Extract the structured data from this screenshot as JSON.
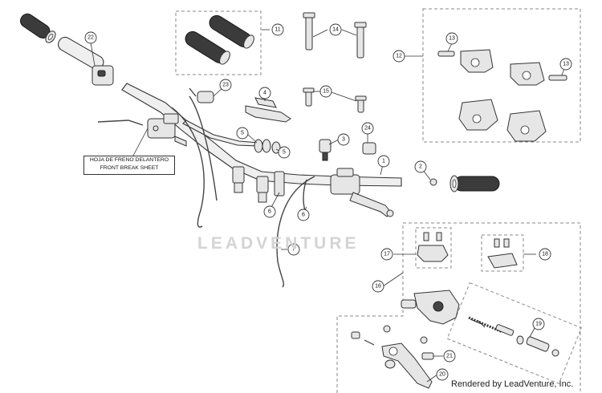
{
  "diagram": {
    "callouts": [
      "11",
      "14",
      "22",
      "12",
      "13",
      "13",
      "23",
      "4",
      "15",
      "5",
      "5",
      "3",
      "24",
      "1",
      "2",
      "6",
      "6",
      "7",
      "17",
      "18",
      "16",
      "19",
      "21",
      "20"
    ],
    "note": {
      "line1": "HOJA DE FRENO DELANTERO",
      "line2": "FRONT BREAK SHEET"
    },
    "watermark": "LEADVENTURE",
    "footer": "Rendered by LeadVenture, Inc."
  }
}
